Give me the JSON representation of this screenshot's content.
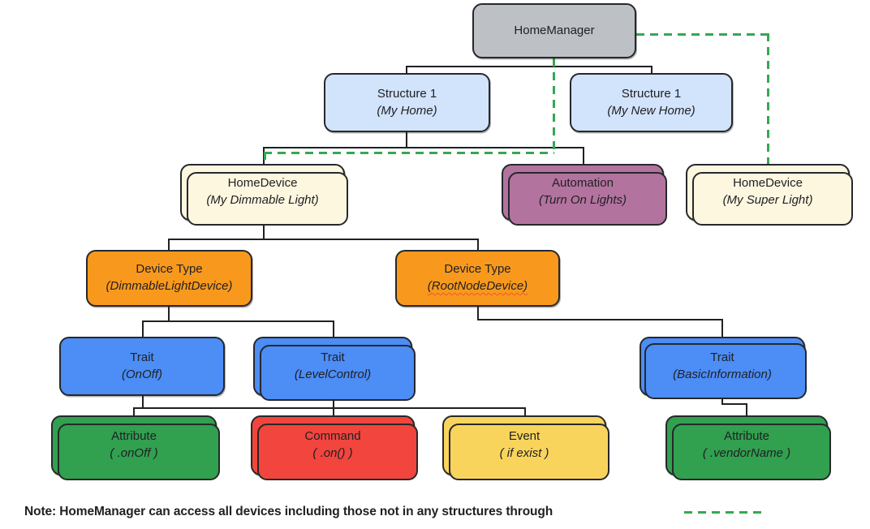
{
  "palette": {
    "home_manager_gray": "#BDC1C6",
    "structure_light_blue": "#D2E3FC",
    "home_device_cream": "#FEF7E0",
    "automation_purple": "#B3739F",
    "device_type_orange": "#F8991D",
    "trait_blue": "#4C8DF6",
    "attribute_green": "#31A04F",
    "command_red": "#F1453D",
    "event_yellow": "#F9D45C",
    "connector_black": "#202124",
    "dashed_access_green": "#34A853"
  },
  "nodes": {
    "home_manager": {
      "title": "HomeManager",
      "subtitle": ""
    },
    "structure_my_home": {
      "title": "Structure 1",
      "subtitle": "(My Home)"
    },
    "structure_my_new_home": {
      "title": "Structure 1",
      "subtitle": "(My New Home)"
    },
    "home_device_dimmable": {
      "title": "HomeDevice",
      "subtitle": "(My Dimmable Light)"
    },
    "automation_turn_on_lights": {
      "title": "Automation",
      "subtitle": "(Turn On Lights)"
    },
    "home_device_super": {
      "title": "HomeDevice",
      "subtitle": "(My Super Light)"
    },
    "device_type_dimmable": {
      "title": "Device Type",
      "subtitle": "(DimmableLightDevice)"
    },
    "device_type_rootnode": {
      "title": "Device Type",
      "subtitle": "(RootNodeDevice)"
    },
    "trait_onoff": {
      "title": "Trait",
      "subtitle": "(OnOff)"
    },
    "trait_levelcontrol": {
      "title": "Trait",
      "subtitle": "(LevelControl)"
    },
    "trait_basicinformation": {
      "title": "Trait",
      "subtitle": "(BasicInformation)"
    },
    "attribute_onoff": {
      "title": "Attribute",
      "subtitle": "( .onOff )"
    },
    "command_on": {
      "title": "Command",
      "subtitle": "( .on() )"
    },
    "event_if_exist": {
      "title": "Event",
      "subtitle": "( if exist )"
    },
    "attribute_vendorname": {
      "title": "Attribute",
      "subtitle": "( .vendorName )"
    }
  },
  "note": {
    "text": "Note: HomeManager can access all devices including those not in any structures through"
  }
}
